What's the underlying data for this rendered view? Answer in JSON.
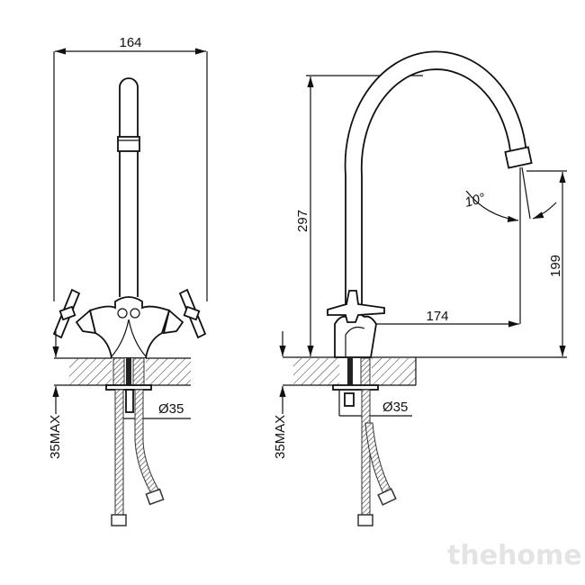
{
  "front_view": {
    "width_dim": "164",
    "hole_diameter": "Ø35",
    "max_thickness": "35MAX"
  },
  "side_view": {
    "height_dim": "297",
    "spout_height_dim": "199",
    "reach_dim": "174",
    "angle": "10°",
    "hole_diameter": "Ø35",
    "max_thickness": "35MAX"
  },
  "watermark": "thehome"
}
